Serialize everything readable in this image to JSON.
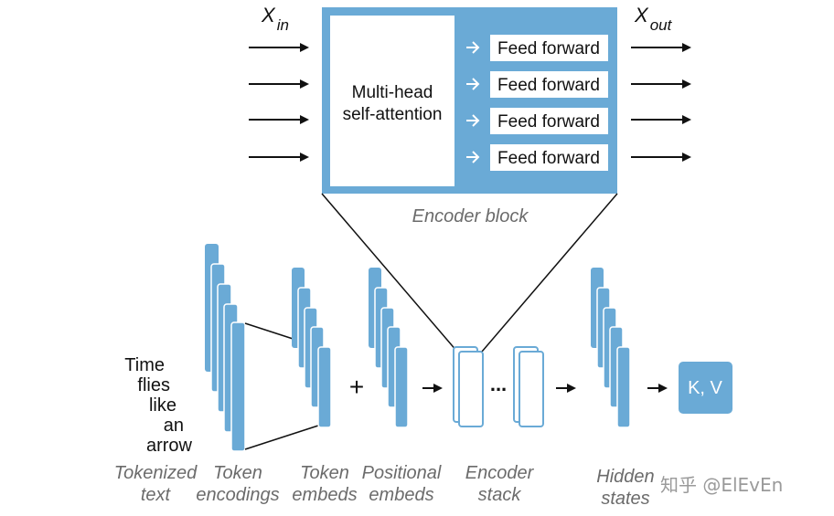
{
  "encoder_block": {
    "x_in": "X",
    "x_in_sub": "in",
    "x_out": "X",
    "x_out_sub": "out",
    "attention_line1": "Multi-head",
    "attention_line2": "self-attention",
    "feed_forward": [
      "Feed forward",
      "Feed forward",
      "Feed forward",
      "Feed forward"
    ],
    "caption": "Encoder block"
  },
  "input_text": [
    "Time",
    "flies",
    "like",
    "an",
    "arrow"
  ],
  "plus": "+",
  "ellipsis": "...",
  "output_box": "K, V",
  "stage_labels": {
    "tokenized": [
      "Tokenized",
      "text"
    ],
    "token_encodings": [
      "Token",
      "encodings"
    ],
    "token_embeds": [
      "Token",
      "embeds"
    ],
    "positional_embeds": [
      "Positional",
      "embeds"
    ],
    "encoder_stack": [
      "Encoder",
      "stack"
    ],
    "hidden_states": [
      "Hidden",
      "states"
    ]
  },
  "watermark": "知乎 @ElEvEn",
  "colors": {
    "accent": "#6aaad6",
    "dark": "#111111",
    "caption": "#6b6b6b"
  }
}
